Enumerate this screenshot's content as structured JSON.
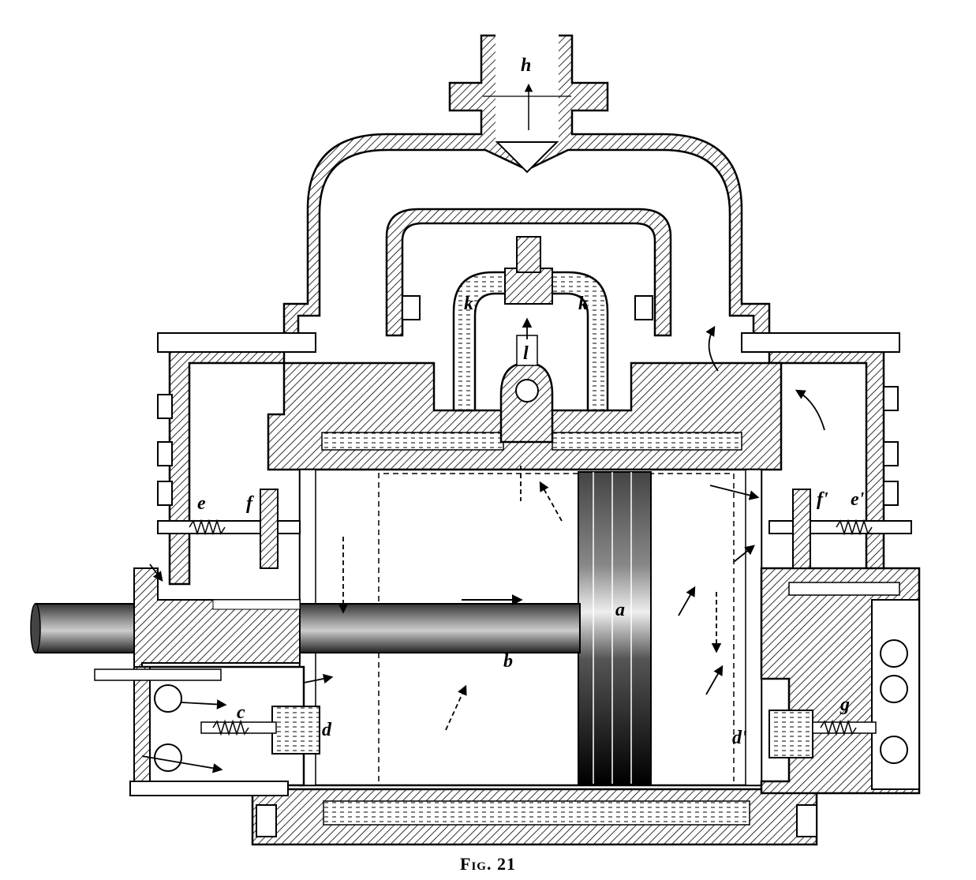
{
  "figure": {
    "caption": "Fig. 21",
    "labels": {
      "h": "h",
      "k_left": "k",
      "k_right": "k",
      "l": "l",
      "e": "e",
      "f": "f",
      "f_prime": "f'",
      "e_prime": "e'",
      "a": "a",
      "b": "b",
      "c": "c",
      "d": "d",
      "d_prime": "d'",
      "g": "g"
    }
  },
  "colors": {
    "ink": "#000000",
    "paper": "#ffffff"
  }
}
